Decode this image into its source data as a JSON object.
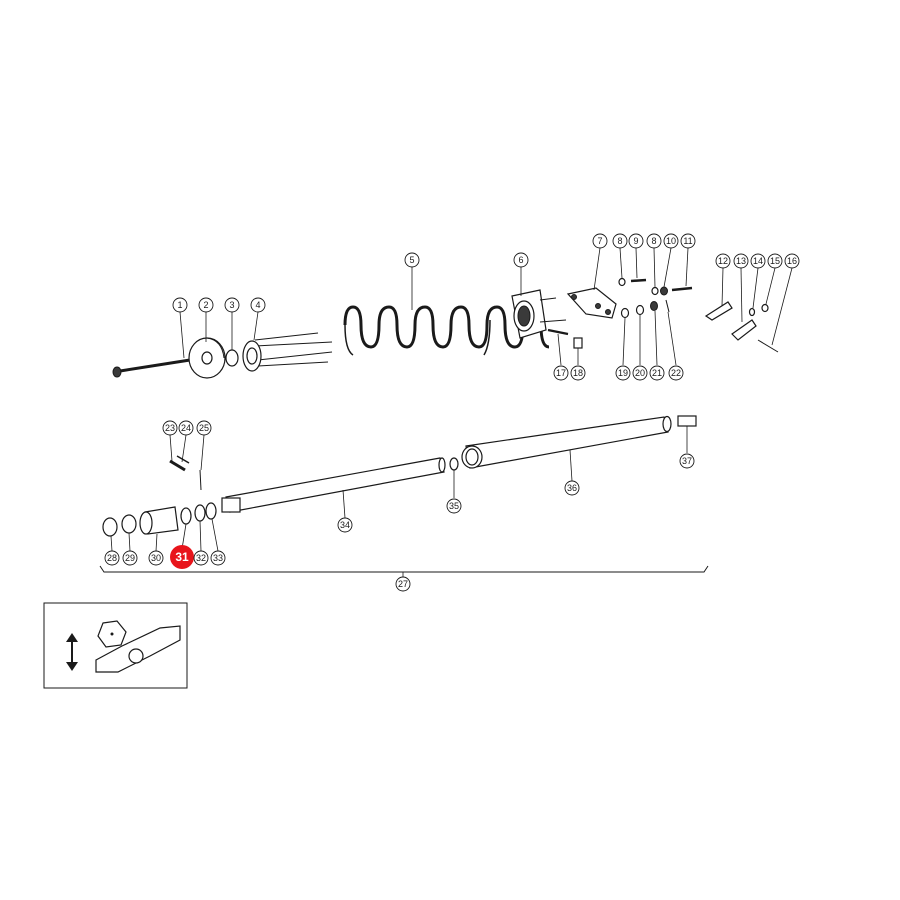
{
  "diagram": {
    "callouts": [
      "1",
      "2",
      "3",
      "4",
      "5",
      "6",
      "7",
      "8",
      "9",
      "8",
      "10",
      "11",
      "12",
      "13",
      "14",
      "15",
      "16",
      "17",
      "18",
      "19",
      "20",
      "21",
      "22",
      "23",
      "24",
      "25",
      "27",
      "28",
      "29",
      "30",
      "31",
      "32",
      "33",
      "34",
      "35",
      "36",
      "37"
    ],
    "highlighted_label": "31",
    "highlight_color": "#e8141b",
    "highlight_text_color": "#ffffff"
  }
}
